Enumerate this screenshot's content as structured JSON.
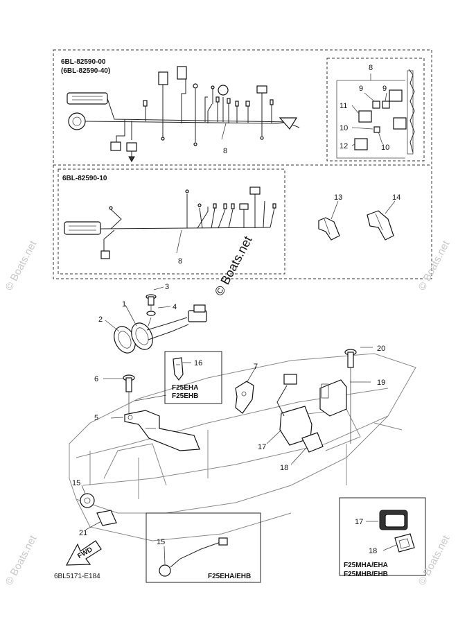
{
  "kits": {
    "top_left_primary": "6BL-82590-00",
    "top_left_secondary": "(6BL-82590-40)",
    "mid_left": "6BL-82590-10"
  },
  "callouts": {
    "n1": "1",
    "n2": "2",
    "n3": "3",
    "n4": "4",
    "n5": "5",
    "n6": "6",
    "n7": "7",
    "n8a": "8",
    "n8b": "8",
    "n8c": "8",
    "n9a": "9",
    "n9b": "9",
    "n10a": "10",
    "n10b": "10",
    "n11": "11",
    "n12": "12",
    "n13": "13",
    "n14": "14",
    "n15a": "15",
    "n15b": "15",
    "n16": "16",
    "n17a": "17",
    "n17b": "17",
    "n18a": "18",
    "n18b": "18",
    "n19": "19",
    "n20": "20",
    "n21": "21"
  },
  "model_labels": {
    "bracket_16_line1": "F25EHA",
    "bracket_16_line2": "F25EHB",
    "inset_15": "F25EHA/EHB",
    "inset_17_line1": "F25MHA/EHA",
    "inset_17_line2": "F25MHB/EHB"
  },
  "arrow_label": "FWD",
  "footer_code": "6BL5171-E184",
  "watermarks": {
    "center": "© Boats.net",
    "side": "© Boats.net"
  },
  "colors": {
    "ink": "#111111",
    "watermark": "#c9c9c9",
    "background": "#ffffff"
  }
}
